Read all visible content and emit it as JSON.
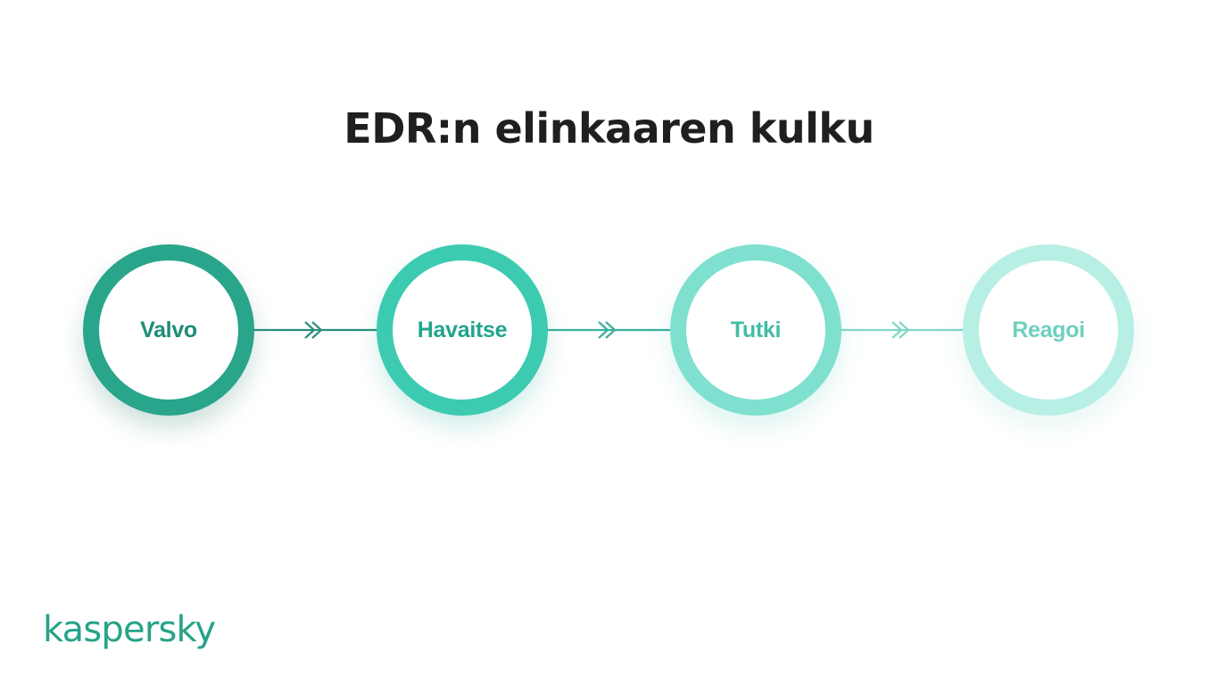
{
  "title": "EDR:n elinkaaren kulku",
  "steps": [
    {
      "label": "Valvo",
      "color": "#28a58a"
    },
    {
      "label": "Havaitse",
      "color": "#3ccbb1"
    },
    {
      "label": "Tutki",
      "color": "#7fe0cf"
    },
    {
      "label": "Reagoi",
      "color": "#b8efe4"
    }
  ],
  "connectors": [
    {
      "from": "Valvo",
      "to": "Havaitse",
      "color": "#2a8f7c"
    },
    {
      "from": "Havaitse",
      "to": "Tutki",
      "color": "#39b09a"
    },
    {
      "from": "Tutki",
      "to": "Reagoi",
      "color": "#7fd6c6"
    }
  ],
  "logo": "kaspersky",
  "colors": {
    "background": "#ffffff",
    "title": "#1f1f1f",
    "brand": "#26a388"
  }
}
